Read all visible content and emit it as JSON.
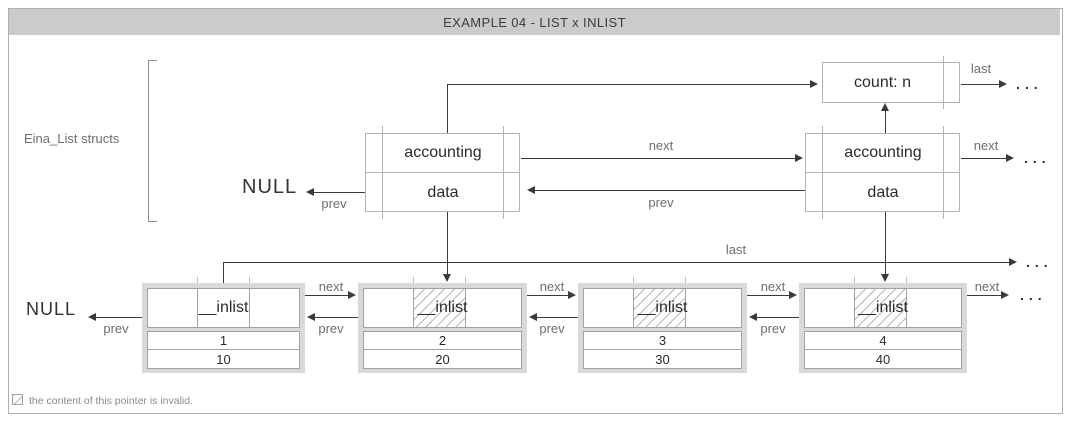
{
  "window": {
    "title": "EXAMPLE 04 - LIST x INLIST"
  },
  "labels": {
    "next": "next",
    "prev": "prev",
    "last": "last",
    "null": "NULL"
  },
  "group": {
    "label": "Eina_List structs"
  },
  "eina_list": {
    "count_box": "count: n",
    "nodes": [
      {
        "row1": "accounting",
        "row2": "data"
      },
      {
        "row1": "accounting",
        "row2": "data"
      }
    ]
  },
  "inlist": {
    "pointer_field": "__inlist",
    "nodes": [
      {
        "id": "1",
        "value": "10",
        "pointer_invalid": false
      },
      {
        "id": "2",
        "value": "20",
        "pointer_invalid": true
      },
      {
        "id": "3",
        "value": "30",
        "pointer_invalid": true
      },
      {
        "id": "4",
        "value": "40",
        "pointer_invalid": true
      }
    ]
  },
  "legend": {
    "text": "the content of this pointer is invalid."
  },
  "ellipsis": "...",
  "colors": {
    "titlebar_bg": "#cbcbcb",
    "frame_border": "#b0b0b0",
    "box_border": "#b3b3b3",
    "node_frame": "#d9d9d9",
    "cell_border": "#a1a1a1",
    "hatch_line": "#b7b7b7",
    "arrow": "#3a3a3a",
    "gray_label": "#6e6e6e",
    "dark_text": "#2b2b2b"
  }
}
